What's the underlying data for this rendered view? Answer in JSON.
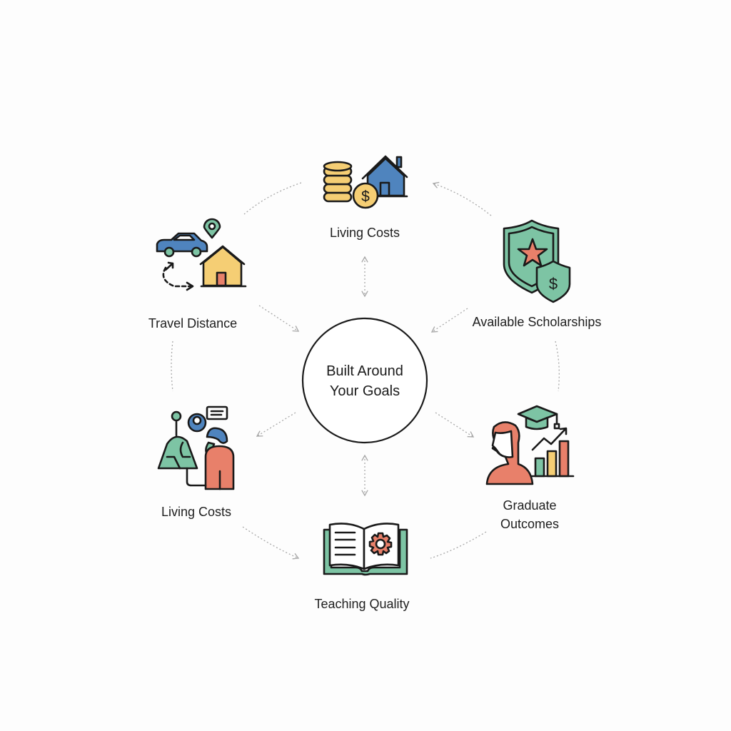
{
  "center": {
    "line1": "Built Around",
    "line2": "Your Goals"
  },
  "nodes": {
    "top": {
      "label": "Living Costs",
      "icon": "coins-house-icon"
    },
    "top_left": {
      "label": "Travel Distance",
      "icon": "car-route-house-icon"
    },
    "top_right": {
      "label": "Available Scholarships",
      "icon": "shield-star-dollar-icon"
    },
    "bottom_left": {
      "label": "Living Costs",
      "icon": "community-people-icon"
    },
    "bottom_right": {
      "line1": "Graduate",
      "line2": "Outcomes",
      "icon": "graduate-growth-chart-icon"
    },
    "bottom": {
      "label": "Teaching Quality",
      "icon": "book-gear-icon"
    }
  },
  "colors": {
    "yellow": "#F5CE74",
    "blue": "#4F84BE",
    "green": "#7DC4A4",
    "coral": "#E8806A",
    "ink": "#1a1a1a",
    "connector": "#a8a8a8"
  }
}
